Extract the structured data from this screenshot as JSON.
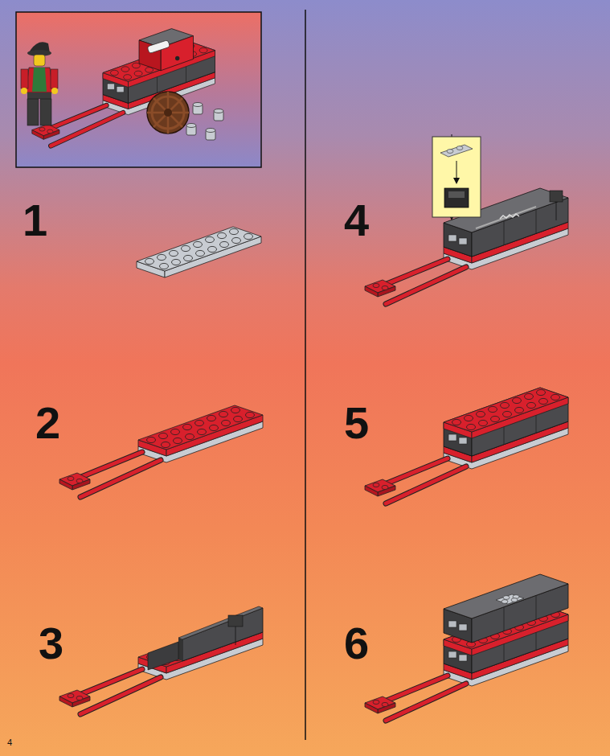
{
  "diagram": {
    "labels": [
      "1",
      "2",
      "3",
      "4",
      "5",
      "6",
      "4"
    ]
  }
}
